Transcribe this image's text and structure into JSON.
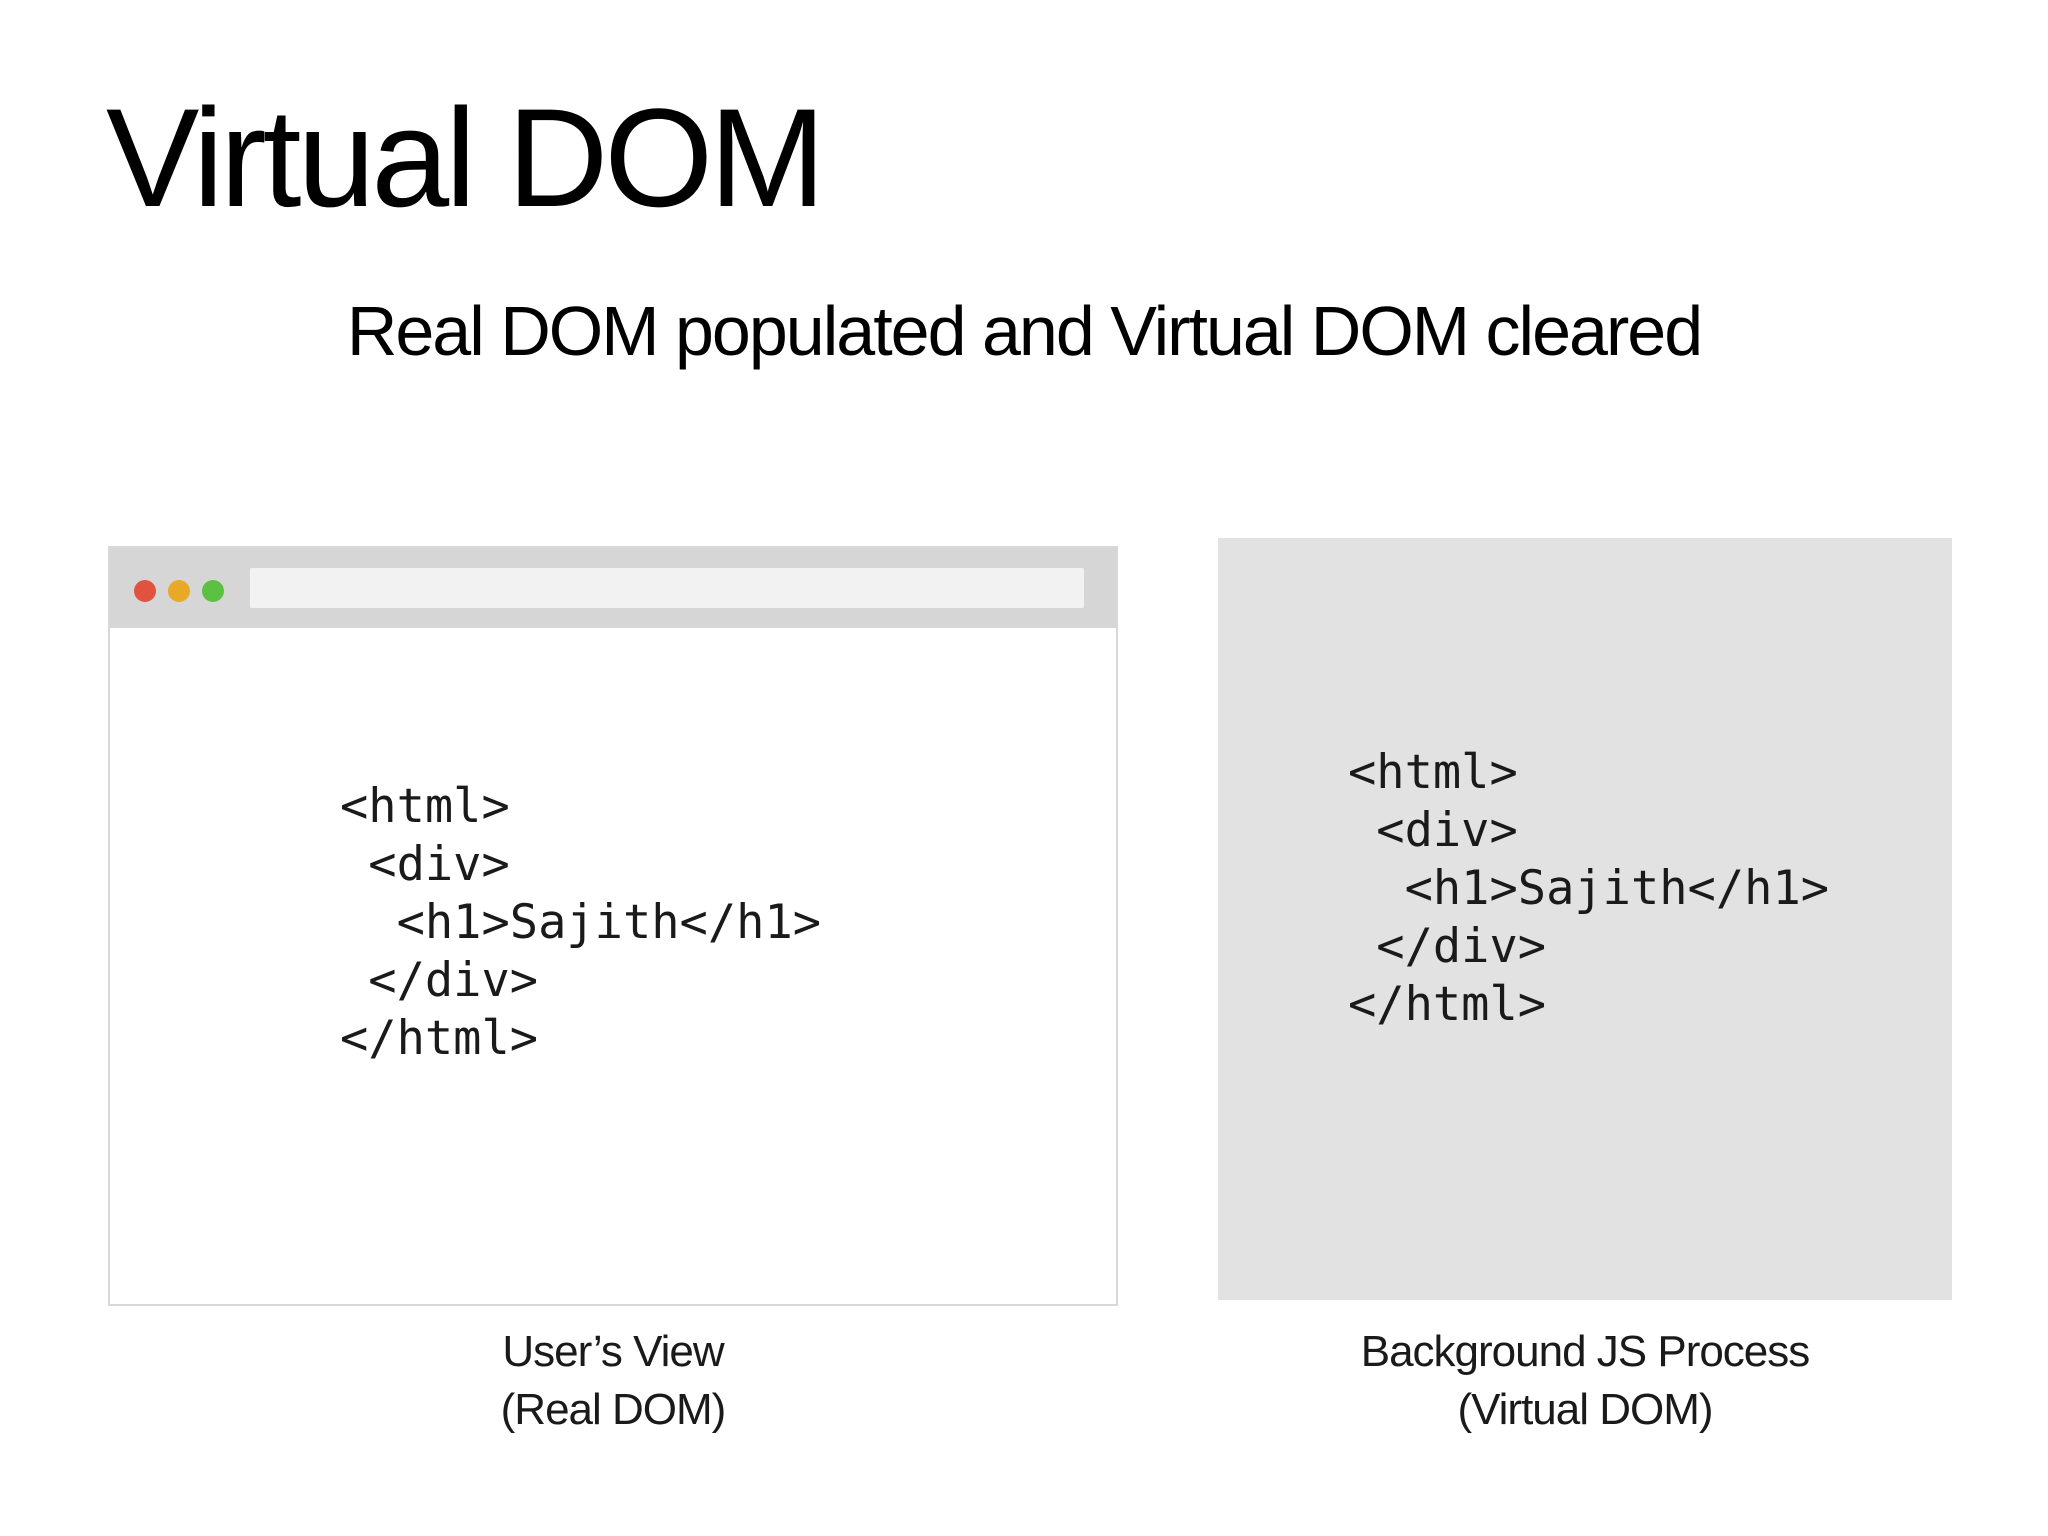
{
  "slide": {
    "title": "Virtual DOM",
    "subtitle": "Real DOM populated and Virtual DOM cleared"
  },
  "real_dom_panel": {
    "code": "<html>\n <div>\n  <h1>Sajith</h1>\n </div>\n</html>",
    "caption_line1": "User’s View",
    "caption_line2": "(Real DOM)"
  },
  "virtual_dom_panel": {
    "code": "<html>\n <div>\n  <h1>Sajith</h1>\n </div>\n</html>",
    "caption_line1": "Background JS Process",
    "caption_line2": "(Virtual DOM)"
  },
  "colors": {
    "traffic_red": "#e0533f",
    "traffic_yellow": "#e9a926",
    "traffic_green": "#5cc140",
    "titlebar": "#d6d6d6",
    "virtual_panel_bg": "#e2e2e2"
  }
}
